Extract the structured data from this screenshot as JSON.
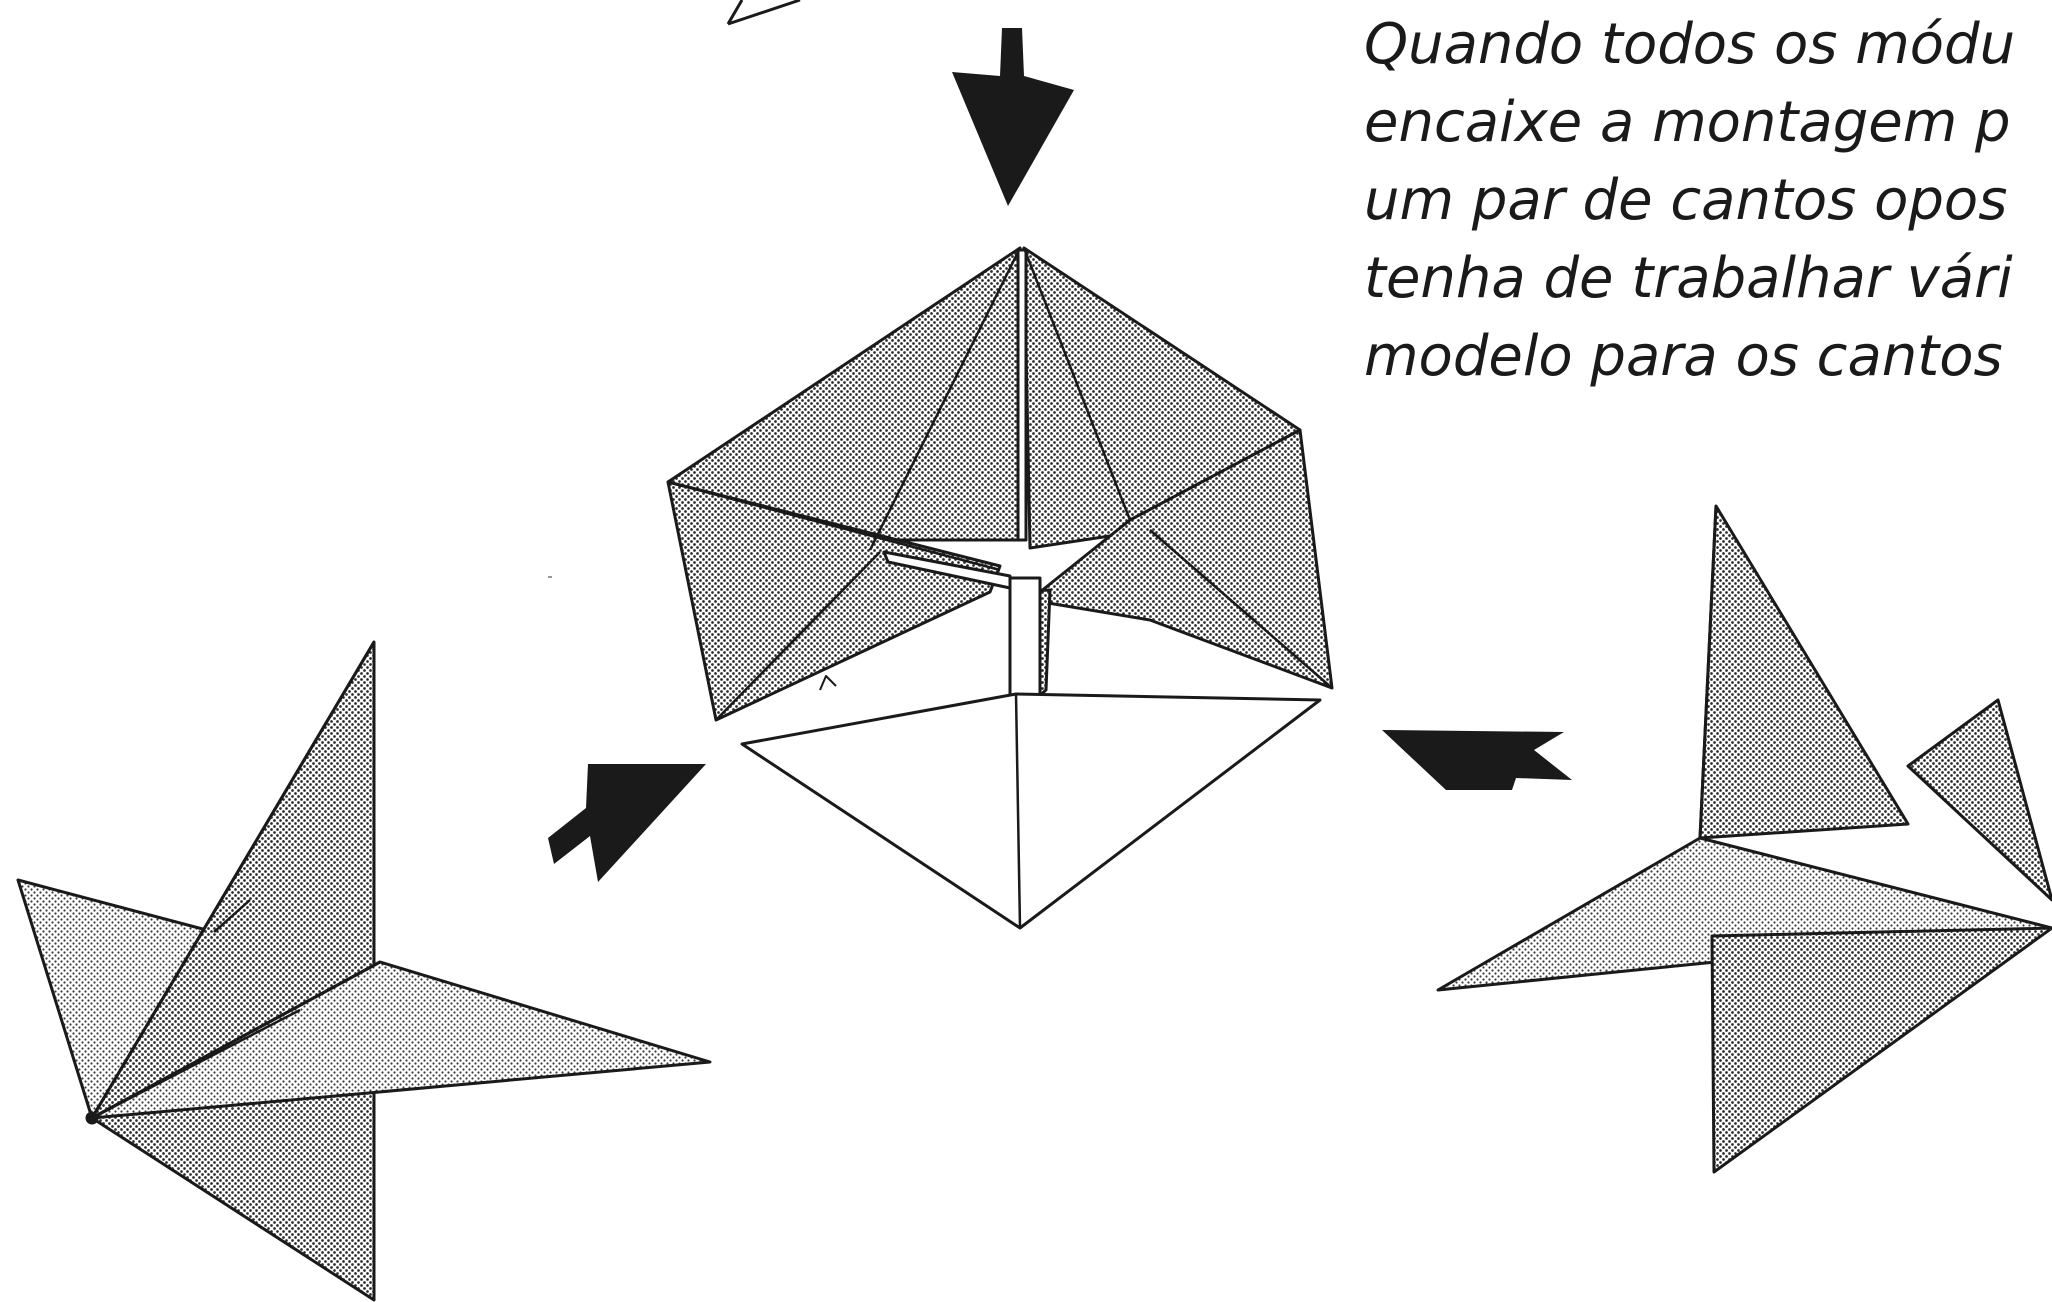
{
  "caption": {
    "lines": [
      "Quando todos os módu",
      "encaixe a montagem p",
      "um par de cantos opos",
      "tenha de trabalhar vári",
      "modelo para os cantos"
    ]
  },
  "colors": {
    "ink": "#1a1a1a",
    "paper": "#ffffff",
    "shaded_dots": "#2b2b2b",
    "shaded_light": "#cfcfcf"
  },
  "icons": {
    "arrows": [
      "arrow-down-icon",
      "arrow-up-right-icon",
      "arrow-up-left-icon"
    ]
  }
}
